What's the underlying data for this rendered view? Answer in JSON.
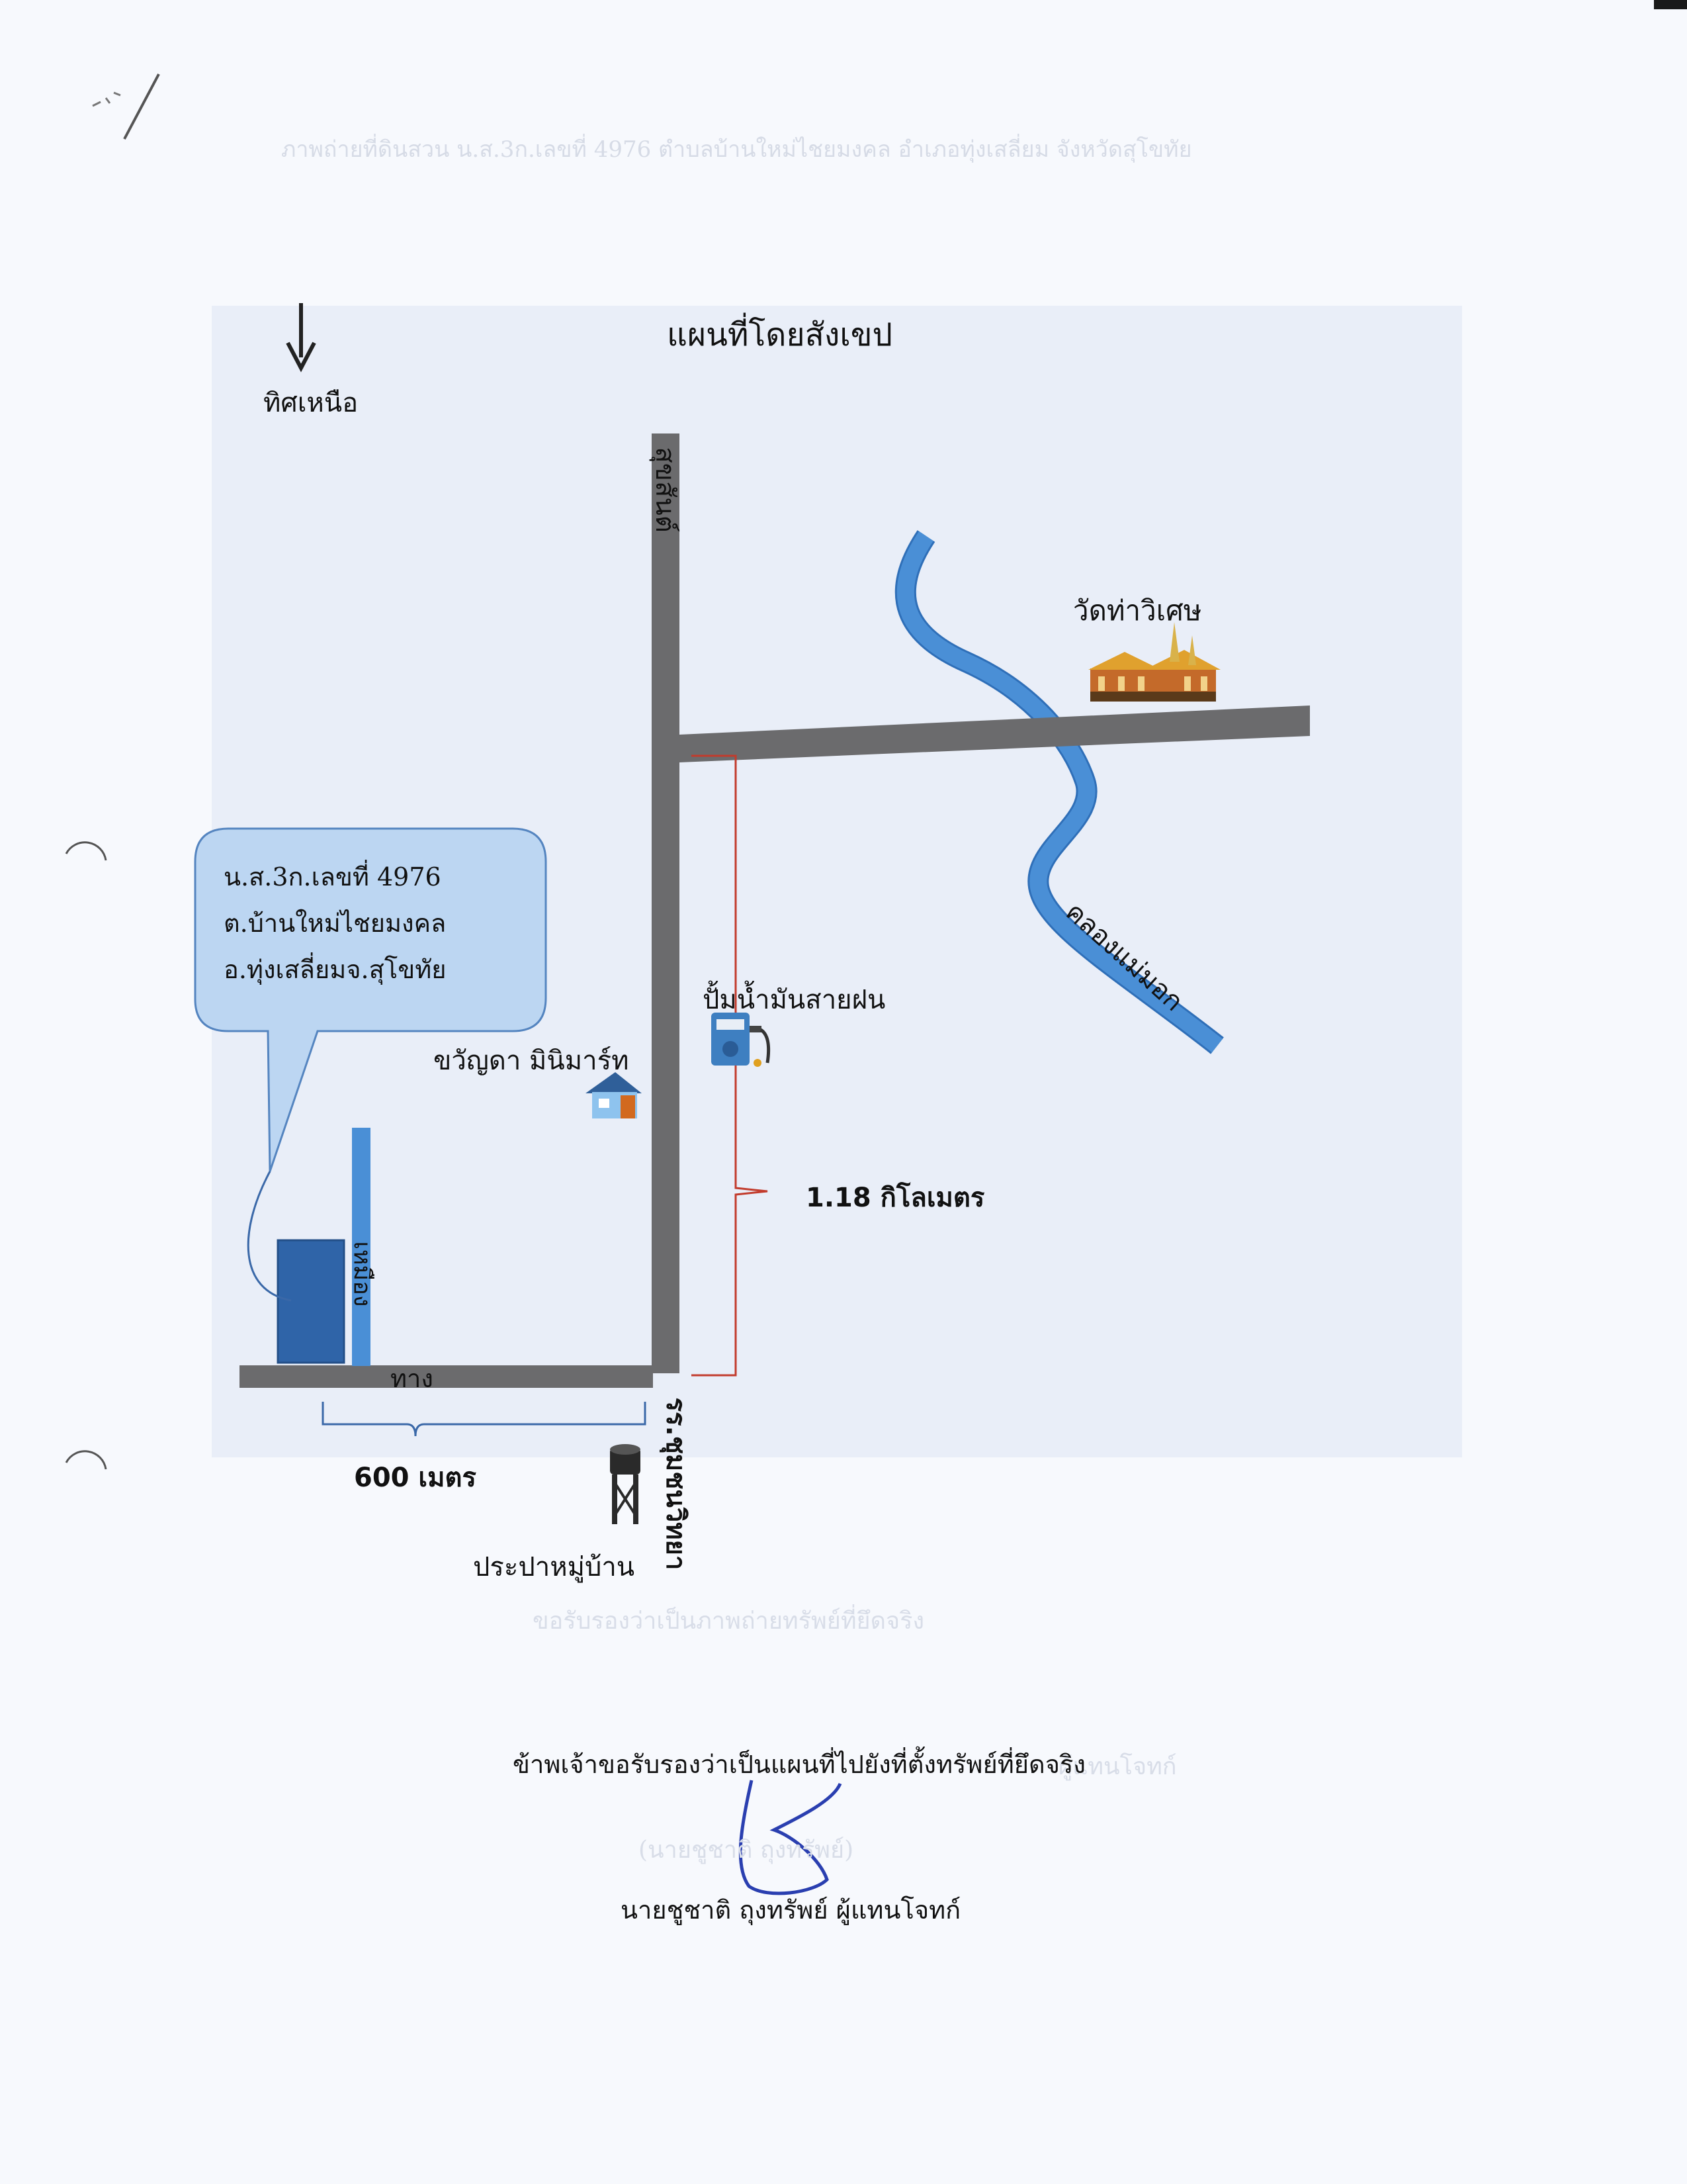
{
  "document": {
    "title": "แผนที่โดยสังเขป",
    "faded_header": "ภาพถ่ายที่ดินสวน น.ส.3ก.เลขที่ 4976 ตำบลบ้านใหม่ไชยมงคล อำเภอทุ่งเสลี่ยม จังหวัดสุโขทัย",
    "faded_footer_line1": "ขอรับรองว่าเป็นภาพถ่ายทรัพย์ที่ยึดจริง",
    "faded_footer_line2": "ผู้แทนโจทก์",
    "faded_footer_line3": "(นายชูชาติ ถุงทรัพย์)"
  },
  "map": {
    "north_label": "ทิศเหนือ",
    "road_top_label": "สุขสันต์",
    "road_bottom_label": "รร.ชุมชนวิทยา",
    "side_road_label": "ทาง",
    "canal_small_label": "เหมือง",
    "canal_label": "คลองแม่มอก",
    "temple_label": "วัดท่าวิเศษ",
    "gas_station_label": "ปั้มน้ำมันสายฝน",
    "minimart_label": "ขวัญดา มินิมาร์ท",
    "water_tower_label": "ประปาหมู่บ้าน",
    "distance_vertical": "1.18 กิโลเมตร",
    "distance_horizontal": "600 เมตร",
    "callout": {
      "line1": "น.ส.3ก.เลขที่ 4976",
      "line2": "ต.บ้านใหม่ไชยมงคล",
      "line3": "อ.ทุ่งเสลี่ยมจ.สุโขทัย"
    },
    "colors": {
      "road": "#6b6b6d",
      "canal": "#4a8fd6",
      "parcel": "#2f64a8",
      "callout_fill": "#bcd6f2",
      "bracket": "#c23b2c",
      "map_bg": "#e9eef8"
    }
  },
  "certification": {
    "statement": "ข้าพเจ้าขอรับรองว่าเป็นแผนที่ไปยังที่ตั้งทรัพย์ที่ยึดจริง",
    "signer": "นายชูชาติ ถุงทรัพย์ ผู้แทนโจทก์"
  }
}
